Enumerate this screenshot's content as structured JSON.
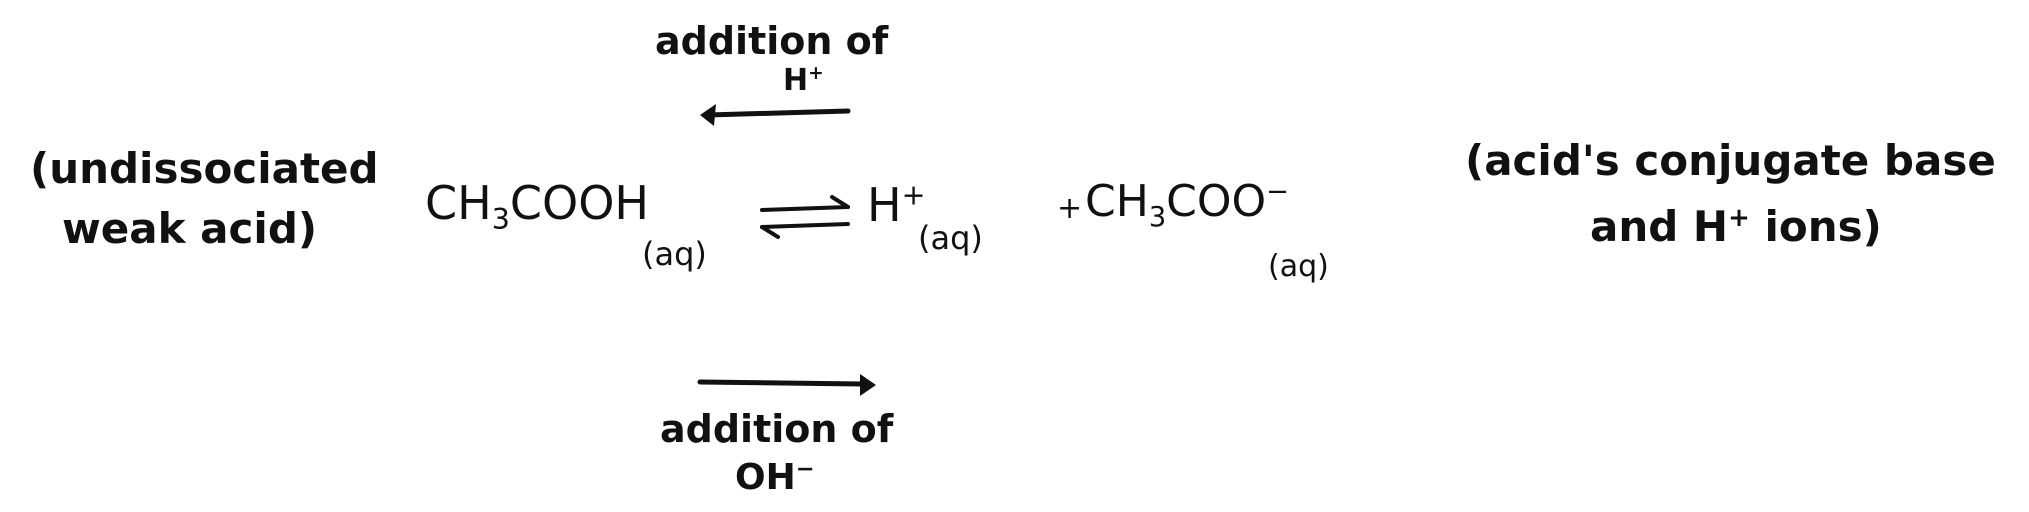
{
  "left_label": {
    "line1": "(undissociated",
    "line2": "weak acid)"
  },
  "equation": {
    "acid": "CH",
    "acid_sub": "3",
    "acid_rest": "COOH",
    "acid_state": "(aq)",
    "equilibrium_symbol": "⇌",
    "h_ion": "H",
    "h_charge": "+",
    "h_state": "(aq)",
    "plus": "+",
    "base": "CH",
    "base_sub": "3",
    "base_rest": "COO",
    "base_charge": "−",
    "base_state": "(aq)"
  },
  "right_label": {
    "line1": "(acid's conjugate base",
    "line2": "and H",
    "line2_sup": "+",
    "line2_end": " ions)"
  },
  "top_annotation": {
    "line1": "addition of",
    "line2": "H",
    "line2_sup": "+"
  },
  "bottom_annotation": {
    "line1": "addition of",
    "line2": "OH",
    "line2_sup": "−"
  }
}
